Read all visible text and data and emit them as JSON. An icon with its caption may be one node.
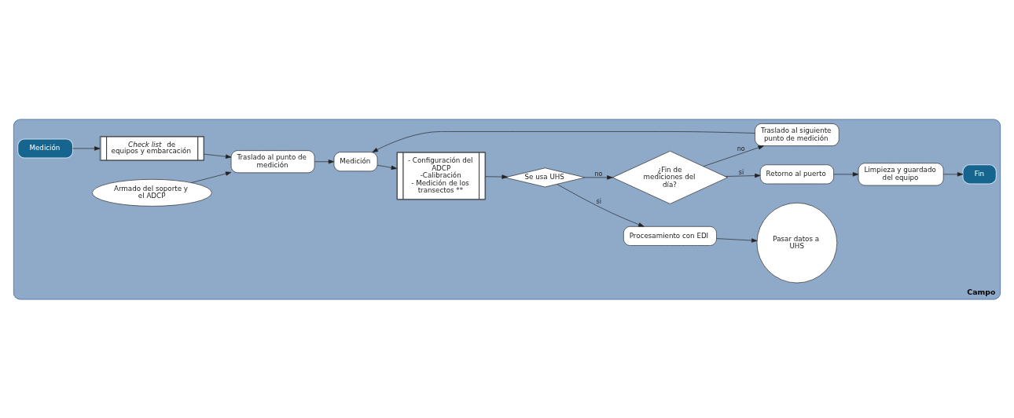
{
  "diagram": {
    "nodes": [
      {
        "text": [
          "Campo"
        ]
      },
      {
        "text": [
          "Medición"
        ],
        "in": 0
      },
      {
        "text": [
          "*Check list* de equipos y embarcación"
        ],
        "in": 0
      },
      {
        "text": [
          "Traslado al punto de medición"
        ],
        "in": 0
      },
      {
        "text": [
          "Armado del soporte y el ADCP"
        ],
        "in": 0
      },
      {
        "text": [
          "Medición"
        ],
        "in": 0
      },
      {
        "text": [
          "- Configuración del ADCP",
          "-Calibración",
          "- Medición de los transectos **"
        ],
        "in": 0
      },
      {
        "text": [
          "Se usa UHS"
        ],
        "in": 0
      },
      {
        "text": [
          "Procesamiento con EDI"
        ],
        "in": 0
      },
      {
        "text": [
          "Pasar datos a UHS"
        ],
        "in": 0
      },
      {
        "text": [
          "¿Fin de mediciones del día?"
        ],
        "in": 0
      },
      {
        "text": [
          "Traslado al siguiente punto de medición"
        ],
        "in": 0
      },
      {
        "text": [
          "Retorno al puerto"
        ],
        "in": 0
      },
      {
        "text": [
          "Limpieza y guardado del equipo"
        ],
        "in": 0
      },
      {
        "text": [
          "Fin"
        ],
        "in": 0
      }
    ],
    "edges": [
      {
        "from": 1,
        "to": 2,
        "arrow": "to"
      },
      {
        "from": 2,
        "to": 3,
        "arrow": "to"
      },
      {
        "from": 4,
        "to": 3,
        "arrow": "to"
      },
      {
        "from": 3,
        "to": 5,
        "arrow": "to"
      },
      {
        "from": 5,
        "to": 6,
        "arrow": "to"
      },
      {
        "from": 6,
        "to": 7,
        "arrow": "to"
      },
      {
        "from": 7,
        "to": 8,
        "label": "si",
        "arrow": "to"
      },
      {
        "from": 8,
        "to": 9,
        "arrow": "to"
      },
      {
        "from": 7,
        "to": 10,
        "label": "no",
        "arrow": "to"
      },
      {
        "from": 10,
        "to": 11,
        "label": "no",
        "arrow": "to"
      },
      {
        "from": 11,
        "to": 5,
        "arrow": "to"
      },
      {
        "from": 10,
        "to": 12,
        "label": "si",
        "arrow": "to"
      },
      {
        "from": 12,
        "to": 13,
        "arrow": "to"
      },
      {
        "from": 13,
        "to": 14,
        "arrow": "to"
      }
    ]
  }
}
